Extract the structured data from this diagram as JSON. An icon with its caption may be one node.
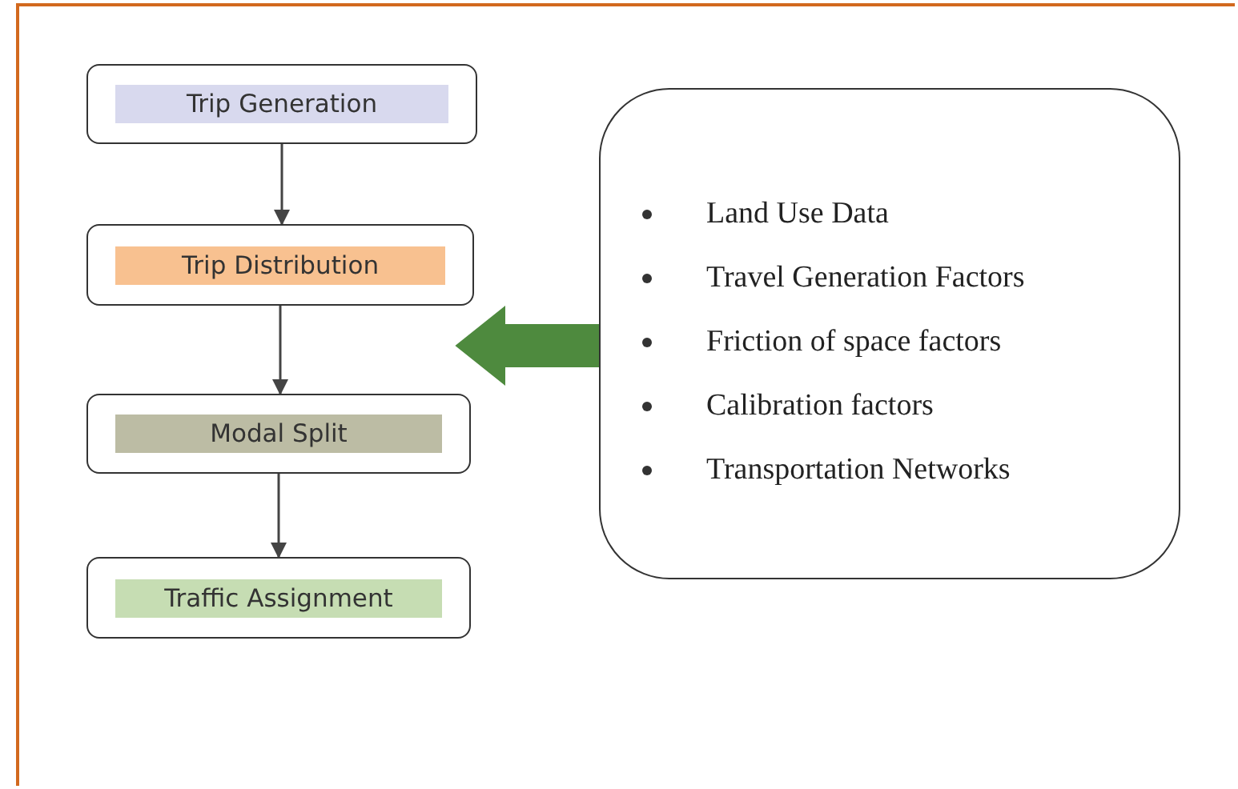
{
  "diagram": {
    "nodes": [
      {
        "text": [
          "Trip Generation"
        ]
      },
      {
        "text": [
          "Trip Distribution"
        ]
      },
      {
        "text": [
          "Modal Split"
        ]
      },
      {
        "text": [
          "Traffic Assignment"
        ]
      },
      {
        "text": [
          "Land Use Data",
          "Travel Generation Factors",
          "Friction of space factors",
          "Calibration factors",
          "Transportation Networks"
        ]
      }
    ],
    "edges": [
      {
        "from": 0,
        "to": 1,
        "arrow": "to"
      },
      {
        "from": 1,
        "to": 2,
        "arrow": "to"
      },
      {
        "from": 2,
        "to": 3,
        "arrow": "to"
      },
      {
        "from": 4,
        "to": null,
        "arrow": "to",
        "style": "thick",
        "color": "#4e8a3e"
      }
    ]
  }
}
